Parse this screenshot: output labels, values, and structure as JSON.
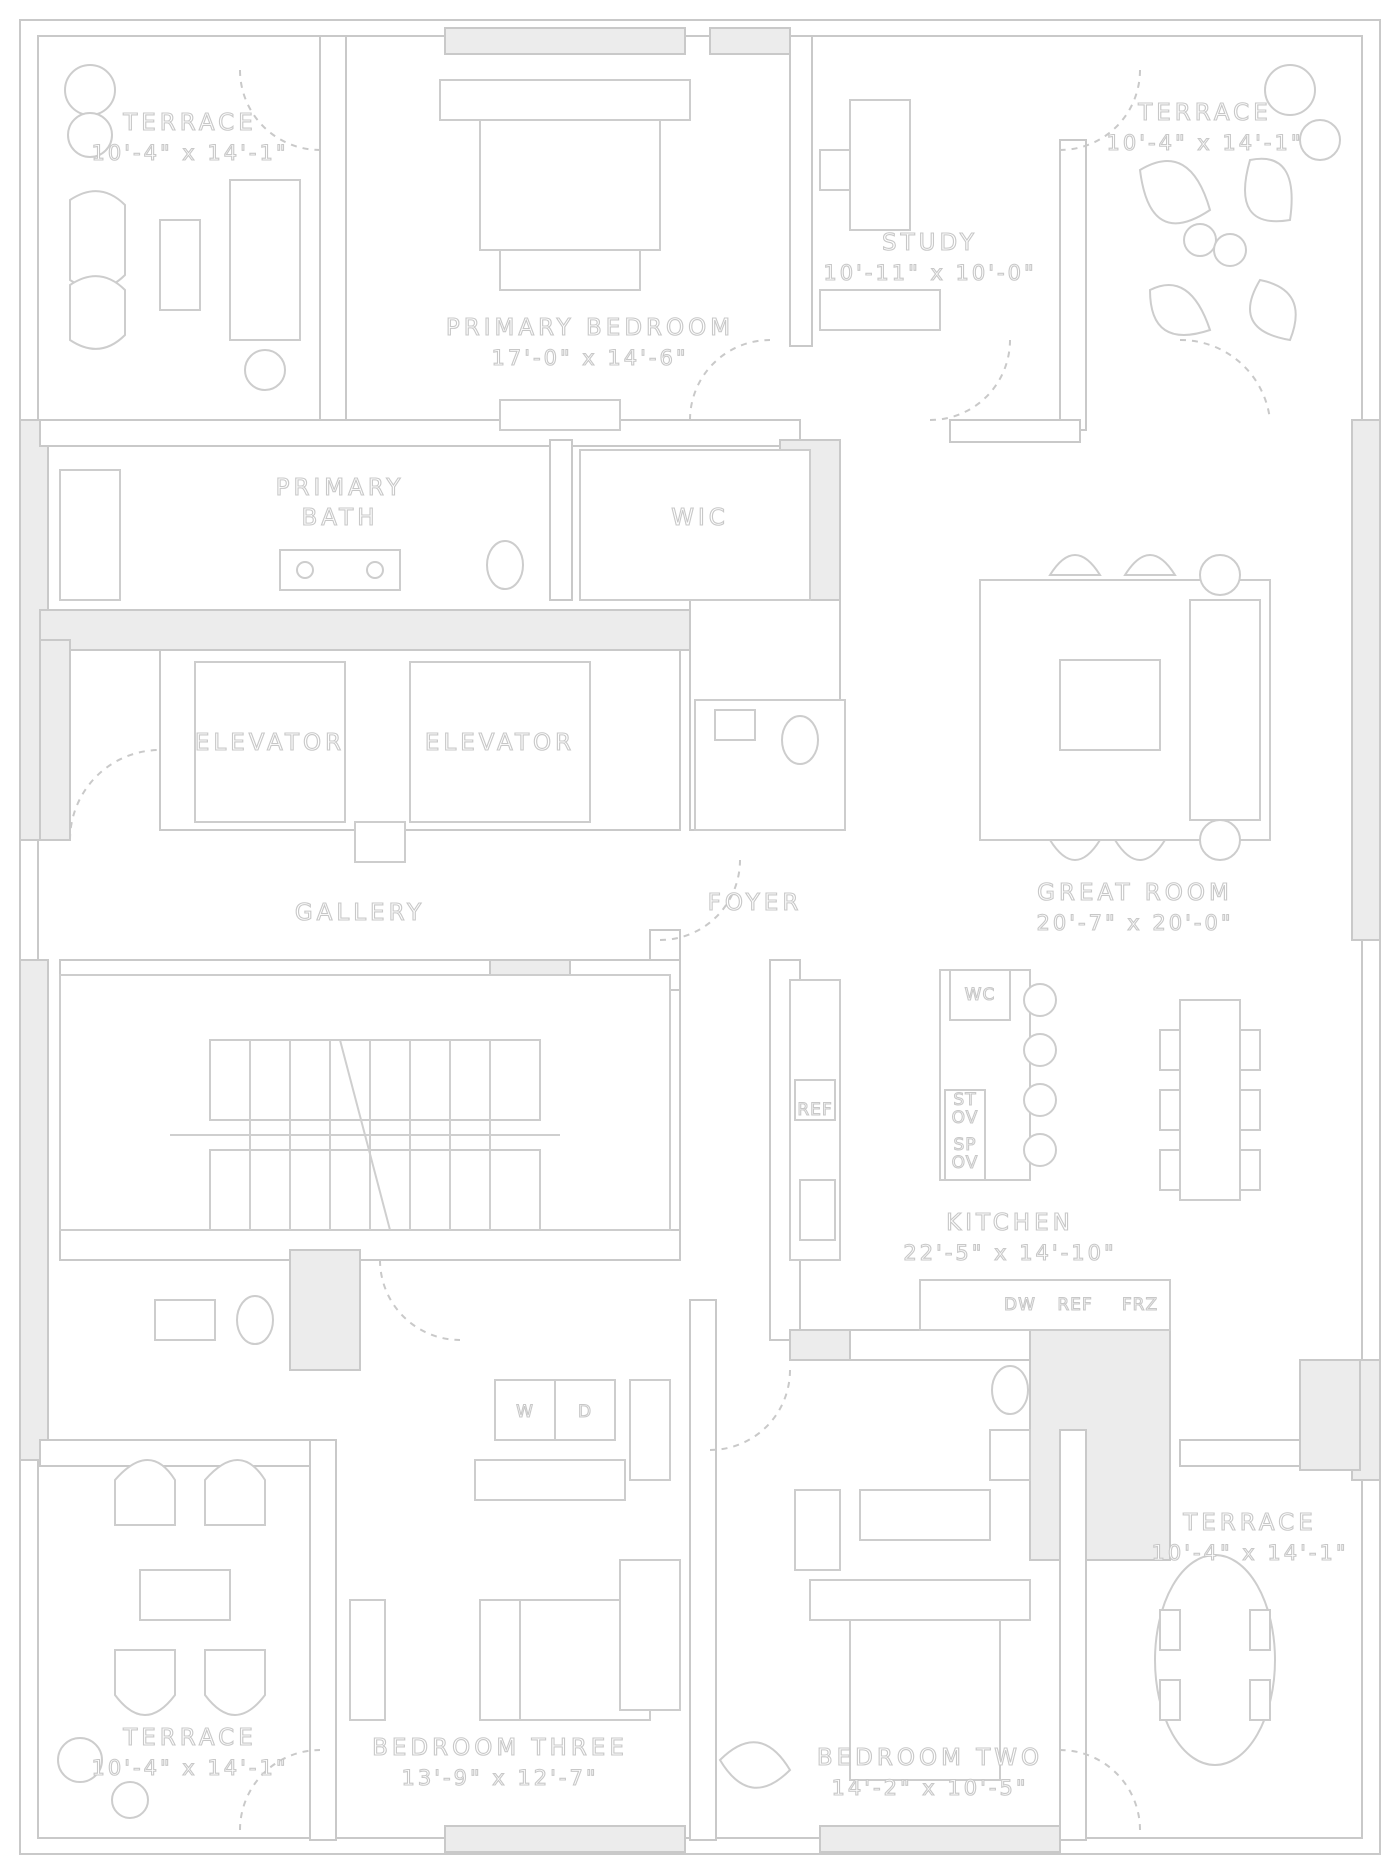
{
  "plan": {
    "rooms": [
      {
        "key": "terrace_nw",
        "name": "TERRACE",
        "dims": "10'-4\" x 14'-1\""
      },
      {
        "key": "primary_bedroom",
        "name": "PRIMARY BEDROOM",
        "dims": "17'-0\" x 14'-6\""
      },
      {
        "key": "study",
        "name": "STUDY",
        "dims": "10'-11\" x 10'-0\""
      },
      {
        "key": "terrace_ne",
        "name": "TERRACE",
        "dims": "10'-4\" x 14'-1\""
      },
      {
        "key": "primary_bath",
        "name": "PRIMARY",
        "name2": "BATH"
      },
      {
        "key": "wic",
        "name": "WIC"
      },
      {
        "key": "elevator_1",
        "name": "ELEVATOR"
      },
      {
        "key": "elevator_2",
        "name": "ELEVATOR"
      },
      {
        "key": "gallery",
        "name": "GALLERY"
      },
      {
        "key": "foyer",
        "name": "FOYER"
      },
      {
        "key": "great_room",
        "name": "GREAT ROOM",
        "dims": "20'-7\" x 20'-0\""
      },
      {
        "key": "kitchen",
        "name": "KITCHEN",
        "dims": "22'-5\" x 14'-10\""
      },
      {
        "key": "terrace_se",
        "name": "TERRACE",
        "dims": "10'-4\" x 14'-1\""
      },
      {
        "key": "terrace_sw",
        "name": "TERRACE",
        "dims": "10'-4\" x 14'-1\""
      },
      {
        "key": "bedroom_three",
        "name": "BEDROOM THREE",
        "dims": "13'-9\" x 12'-7\""
      },
      {
        "key": "bedroom_two",
        "name": "BEDROOM TWO",
        "dims": "14'-2\" x 10'-5\""
      }
    ],
    "appliances": {
      "wc": "WC",
      "st_ov": "ST",
      "st_ov2": "OV",
      "sp_ov": "SP",
      "sp_ov2": "OV",
      "ref_left": "REF",
      "dw": "DW",
      "ref": "REF",
      "frz": "FRZ",
      "washer": "W",
      "dryer": "D"
    }
  }
}
